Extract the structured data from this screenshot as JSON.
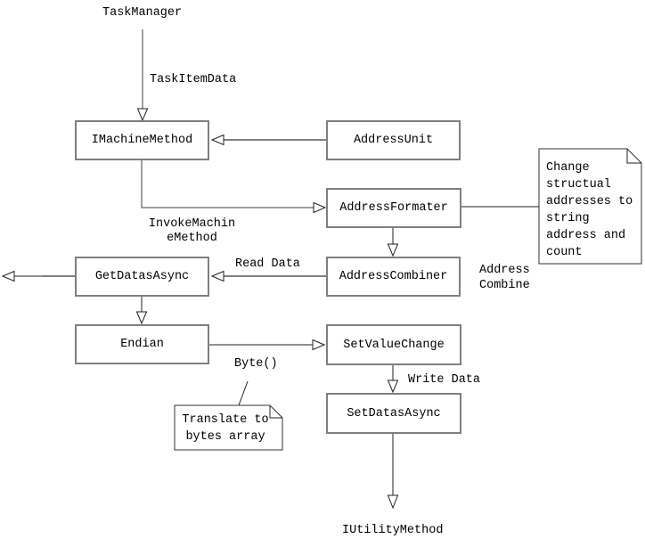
{
  "diagram": {
    "colors": {
      "background": "#ffffff",
      "box_border": "#808080",
      "line_gray": "#808080",
      "line_black": "#222222",
      "text": "#000000"
    },
    "nodes": {
      "imachine_method": "IMachineMethod",
      "address_unit": "AddressUnit",
      "address_formater": "AddressFormater",
      "address_combiner": "AddressCombiner",
      "get_datas_async": "GetDatasAsync",
      "endian": "Endian",
      "set_value_change": "SetValueChange",
      "set_datas_async": "SetDatasAsync"
    },
    "labels": {
      "task_manager": "TaskManager",
      "task_item_data": "TaskItemData",
      "invoke_machine_method": "InvokeMachin\neMethod",
      "read_data": "Read Data",
      "address_combine": "Address\nCombine",
      "byte": "Byte()",
      "write_data": "Write Data",
      "iutility_method": "IUtilityMethod"
    },
    "notes": {
      "change_structual": "Change\nstructual\naddresses to\nstring\naddress and\ncount",
      "translate_bytes": "Translate to\nbytes array"
    }
  }
}
